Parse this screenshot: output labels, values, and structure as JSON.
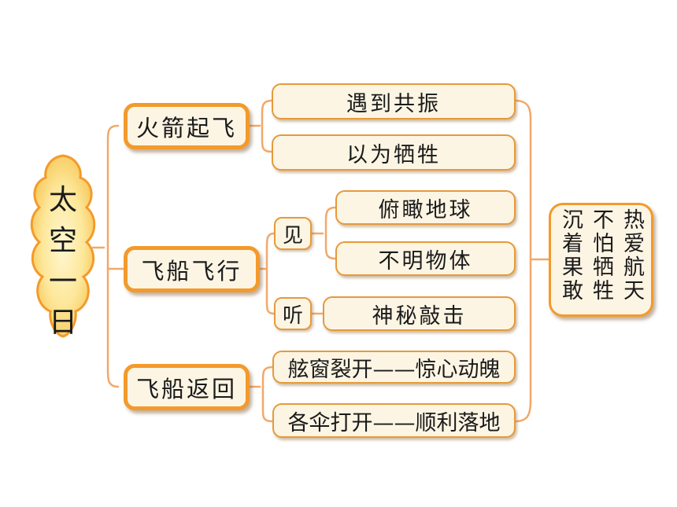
{
  "root": {
    "label": "太空一日"
  },
  "branches": [
    {
      "label": "火箭起飞",
      "leaves": [
        "遇到共振",
        "以为牺牲"
      ]
    },
    {
      "label": "飞船飞行",
      "groups": [
        {
          "label": "见",
          "leaves": [
            "俯瞰地球",
            "不明物体"
          ]
        },
        {
          "label": "听",
          "leaves": [
            "神秘敲击"
          ]
        }
      ]
    },
    {
      "label": "飞船返回",
      "leaves": [
        "舷窗裂开——惊心动魄",
        "各伞打开——顺利落地"
      ]
    }
  ],
  "summary": {
    "columns": [
      "热爱航天",
      "不怕牺牲",
      "沉着果敢"
    ]
  },
  "colors": {
    "connector": "#f2a86a",
    "border": "#f39a2b",
    "fill": "#fdf5e4",
    "glow": "#fcd978"
  }
}
